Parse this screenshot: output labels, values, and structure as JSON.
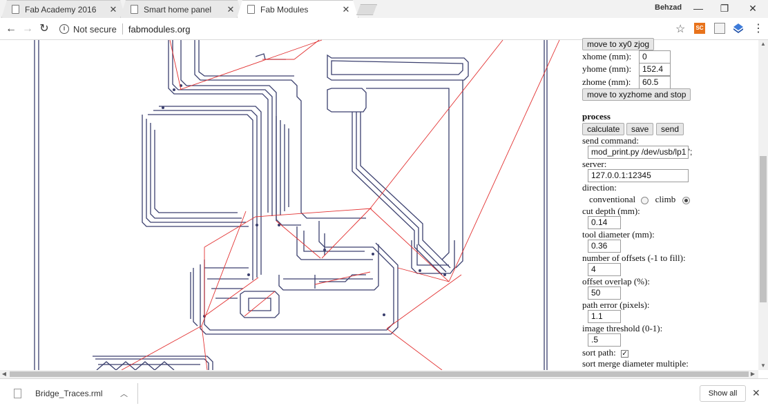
{
  "tabs": [
    {
      "title": "Fab Academy 2016",
      "active": false
    },
    {
      "title": "Smart home panel",
      "active": false
    },
    {
      "title": "Fab Modules",
      "active": true
    }
  ],
  "profile_name": "Behzad",
  "address_bar": {
    "security_label": "Not secure",
    "url": "fabmodules.org"
  },
  "extensions": [
    "sc-extension-icon",
    "reader-icon",
    "vpn-extension-icon"
  ],
  "panel": {
    "move_xy0_button": "move to xy0 zjog",
    "xhome_label": "xhome (mm):",
    "xhome_value": "0",
    "yhome_label": "yhome (mm):",
    "yhome_value": "152.4",
    "zhome_label": "zhome (mm):",
    "zhome_value": "60.5",
    "move_home_button": "move to xyzhome and stop",
    "process_heading": "process",
    "calculate_button": "calculate",
    "save_button": "save",
    "send_button": "send",
    "send_command_label": "send command:",
    "send_command_value": "mod_print.py /dev/usb/lp1 ';",
    "server_label": "server:",
    "server_value": "127.0.0.1:12345",
    "direction_label": "direction:",
    "direction_conventional": "conventional",
    "direction_climb": "climb",
    "direction_selected": "climb",
    "cut_depth_label": "cut depth (mm):",
    "cut_depth_value": "0.14",
    "tool_diameter_label": "tool diameter (mm):",
    "tool_diameter_value": "0.36",
    "offsets_label": "number of offsets (-1 to fill):",
    "offsets_value": "4",
    "overlap_label": "offset overlap (%):",
    "overlap_value": "50",
    "path_error_label": "path error (pixels):",
    "path_error_value": "1.1",
    "threshold_label": "image threshold (0-1):",
    "threshold_value": ".5",
    "sort_path_label": "sort path:",
    "sort_path_checked": true,
    "sort_merge_label": "sort merge diameter multiple:"
  },
  "downloads": {
    "file_name": "Bridge_Traces.rml",
    "show_all_label": "Show all"
  },
  "colors": {
    "trace": "#3a3f6e",
    "travel": "#e23030"
  }
}
